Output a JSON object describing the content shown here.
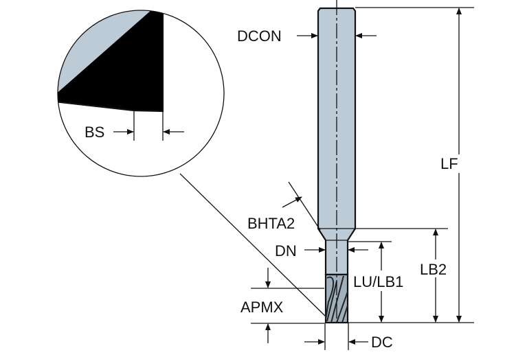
{
  "diagram": {
    "title": "End mill dimension drawing",
    "labels": {
      "dcon": "DCON",
      "lf": "LF",
      "bs": "BS",
      "bhta2": "BHTA2",
      "dn": "DN",
      "lb2": "LB2",
      "lu_lb1": "LU/LB1",
      "apmx": "APMX",
      "dc": "DC"
    },
    "colors": {
      "tool_fill": "#bccbd6",
      "line": "#111111"
    }
  }
}
